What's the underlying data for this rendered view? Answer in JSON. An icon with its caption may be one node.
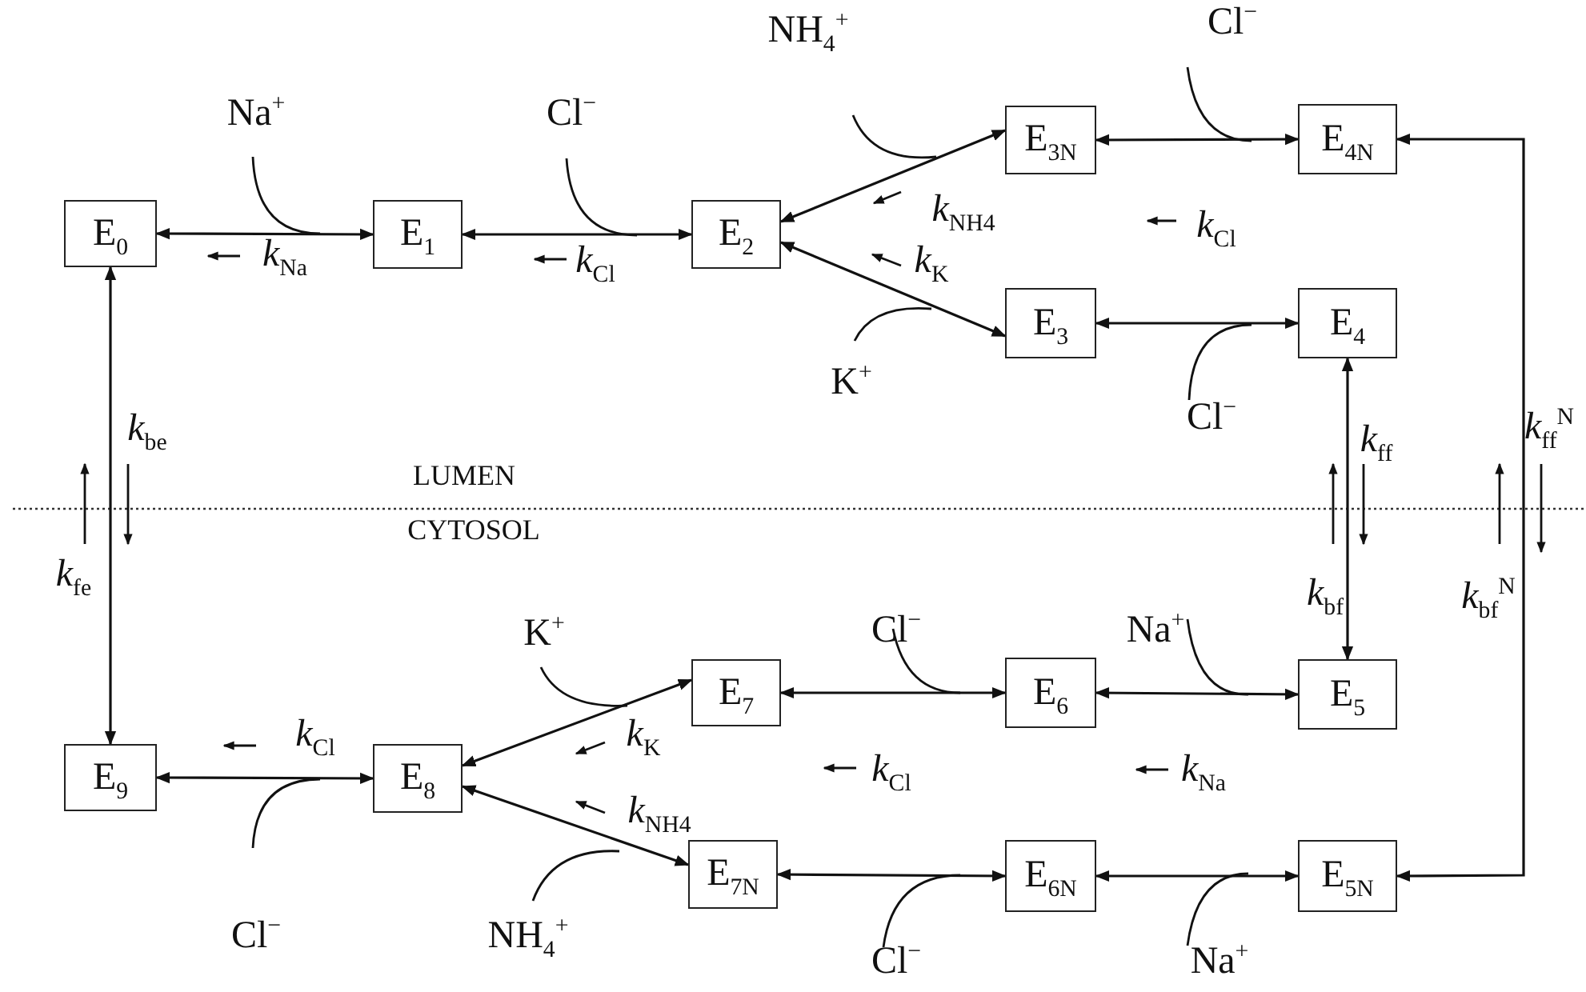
{
  "diagram": {
    "nodes": [
      {
        "text": [
          "E$_{0}$"
        ]
      },
      {
        "text": [
          "E$_{1}$"
        ]
      },
      {
        "text": [
          "E$_{2}$"
        ]
      },
      {
        "text": [
          "E$_{3N}$"
        ]
      },
      {
        "text": [
          "E$_{3}$"
        ]
      },
      {
        "text": [
          "E$_{4N}$"
        ]
      },
      {
        "text": [
          "E$_{4}$"
        ]
      },
      {
        "text": [
          "E$_{5}$"
        ]
      },
      {
        "text": [
          "E$_{6}$"
        ]
      },
      {
        "text": [
          "E$_{7}$"
        ]
      },
      {
        "text": [
          "E$_{8}$"
        ]
      },
      {
        "text": [
          "E$_{9}$"
        ]
      },
      {
        "text": [
          "E$_{5N}$"
        ]
      },
      {
        "text": [
          "E$_{6N}$"
        ]
      },
      {
        "text": [
          "E$_{7N}$"
        ]
      }
    ],
    "edges": [
      {
        "from": 0,
        "to": 1,
        "arrow": "both"
      },
      {
        "from": 1,
        "to": 2,
        "arrow": "both"
      },
      {
        "from": 2,
        "to": 3,
        "arrow": "both"
      },
      {
        "from": 2,
        "to": 4,
        "arrow": "both"
      },
      {
        "from": 3,
        "to": 5,
        "arrow": "both"
      },
      {
        "from": 4,
        "to": 6,
        "arrow": "both"
      },
      {
        "from": 6,
        "to": 7,
        "arrow": "both"
      },
      {
        "from": 5,
        "to": 12,
        "arrow": "both"
      },
      {
        "from": 7,
        "to": 8,
        "arrow": "both"
      },
      {
        "from": 8,
        "to": 9,
        "arrow": "both"
      },
      {
        "from": 9,
        "to": 10,
        "arrow": "both"
      },
      {
        "from": 12,
        "to": 13,
        "arrow": "both"
      },
      {
        "from": 13,
        "to": 14,
        "arrow": "both"
      },
      {
        "from": 14,
        "to": 10,
        "arrow": "both"
      },
      {
        "from": 10,
        "to": 11,
        "arrow": "both"
      },
      {
        "from": 11,
        "to": 0,
        "arrow": "both"
      }
    ],
    "labels": [
      "NH$_{4}$$^{+}$",
      "Cl$^{−}$",
      "Na$^{+}$",
      "Cl$^{−}$",
      "*k*$_{NH4}$",
      "*k*$_{Cl}$",
      "*k*$_{Na}$",
      "*k*$_{Cl}$",
      "*k*$_{K}$",
      "K$^{+}$",
      "Cl$^{−}$",
      "*k*$_{be}$",
      "*k*$_{ff}$",
      "*k*$_{ff}$$^{N}$",
      "LUMEN",
      "CYTOSOL",
      "*k*$_{fe}$",
      "*k*$_{bf}$",
      "*k*$_{bf}$$^{N}$",
      "K$^{+}$",
      "Cl$^{−}$",
      "Na$^{+}$",
      "*k*$_{Cl}$",
      "*k*$_{K}$",
      "*k*$_{Cl}$",
      "*k*$_{Na}$",
      "*k*$_{NH4}$",
      "Cl$^{−}$",
      "NH$_{4}$$^{+}$",
      "Cl$^{−}$",
      "Na$^{+}$"
    ]
  }
}
